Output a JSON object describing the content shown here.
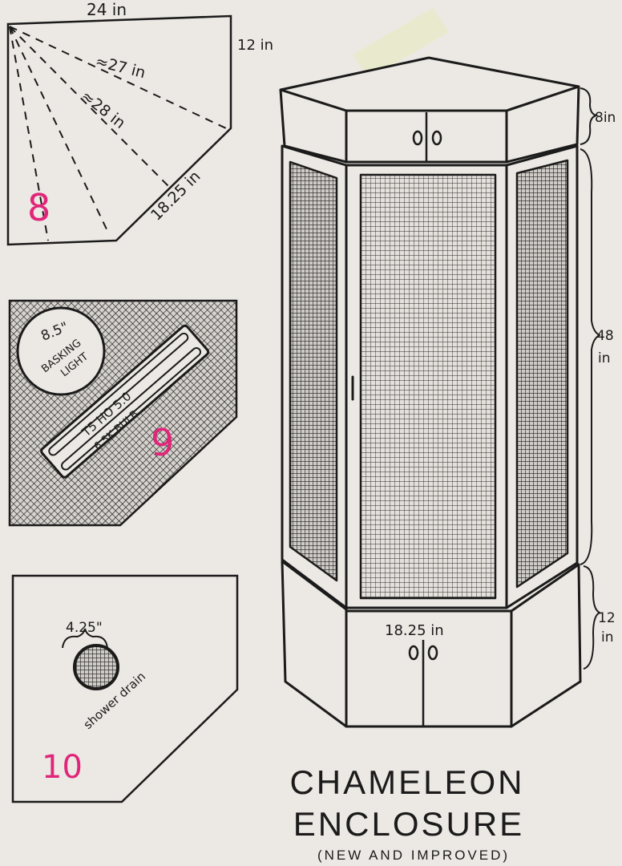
{
  "top_view": {
    "width_label": "24 in",
    "depth_label": "12 in",
    "diag1_label": "≈27 in",
    "diag2_label": "≈28 in",
    "angled_side_label": "18.25 in",
    "number": "8"
  },
  "lighting_panel": {
    "basking_size": "8.5\"",
    "basking_line1": "BASKING",
    "basking_line2": "LIGHT",
    "tube_line1": "T5 HO 5.0",
    "tube_line2": "6.5K BULB",
    "number": "9"
  },
  "floor_panel": {
    "drain_size": "4.25\"",
    "drain_label": "shower drain",
    "number": "10"
  },
  "enclosure": {
    "top_height": "8in",
    "main_height_line1": "48",
    "main_height_line2": "in",
    "base_height_line1": "12",
    "base_height_line2": "in",
    "front_width": "18.25 in"
  },
  "title": {
    "line1": "CHAMELEON",
    "line2": "ENCLOSURE",
    "line3": "(NEW AND IMPROVED)"
  },
  "colors": {
    "paper": "#ece8e3",
    "ink": "#1b1b1b",
    "accent_pink": "#e0267a",
    "tape": "#e9ebc6"
  }
}
